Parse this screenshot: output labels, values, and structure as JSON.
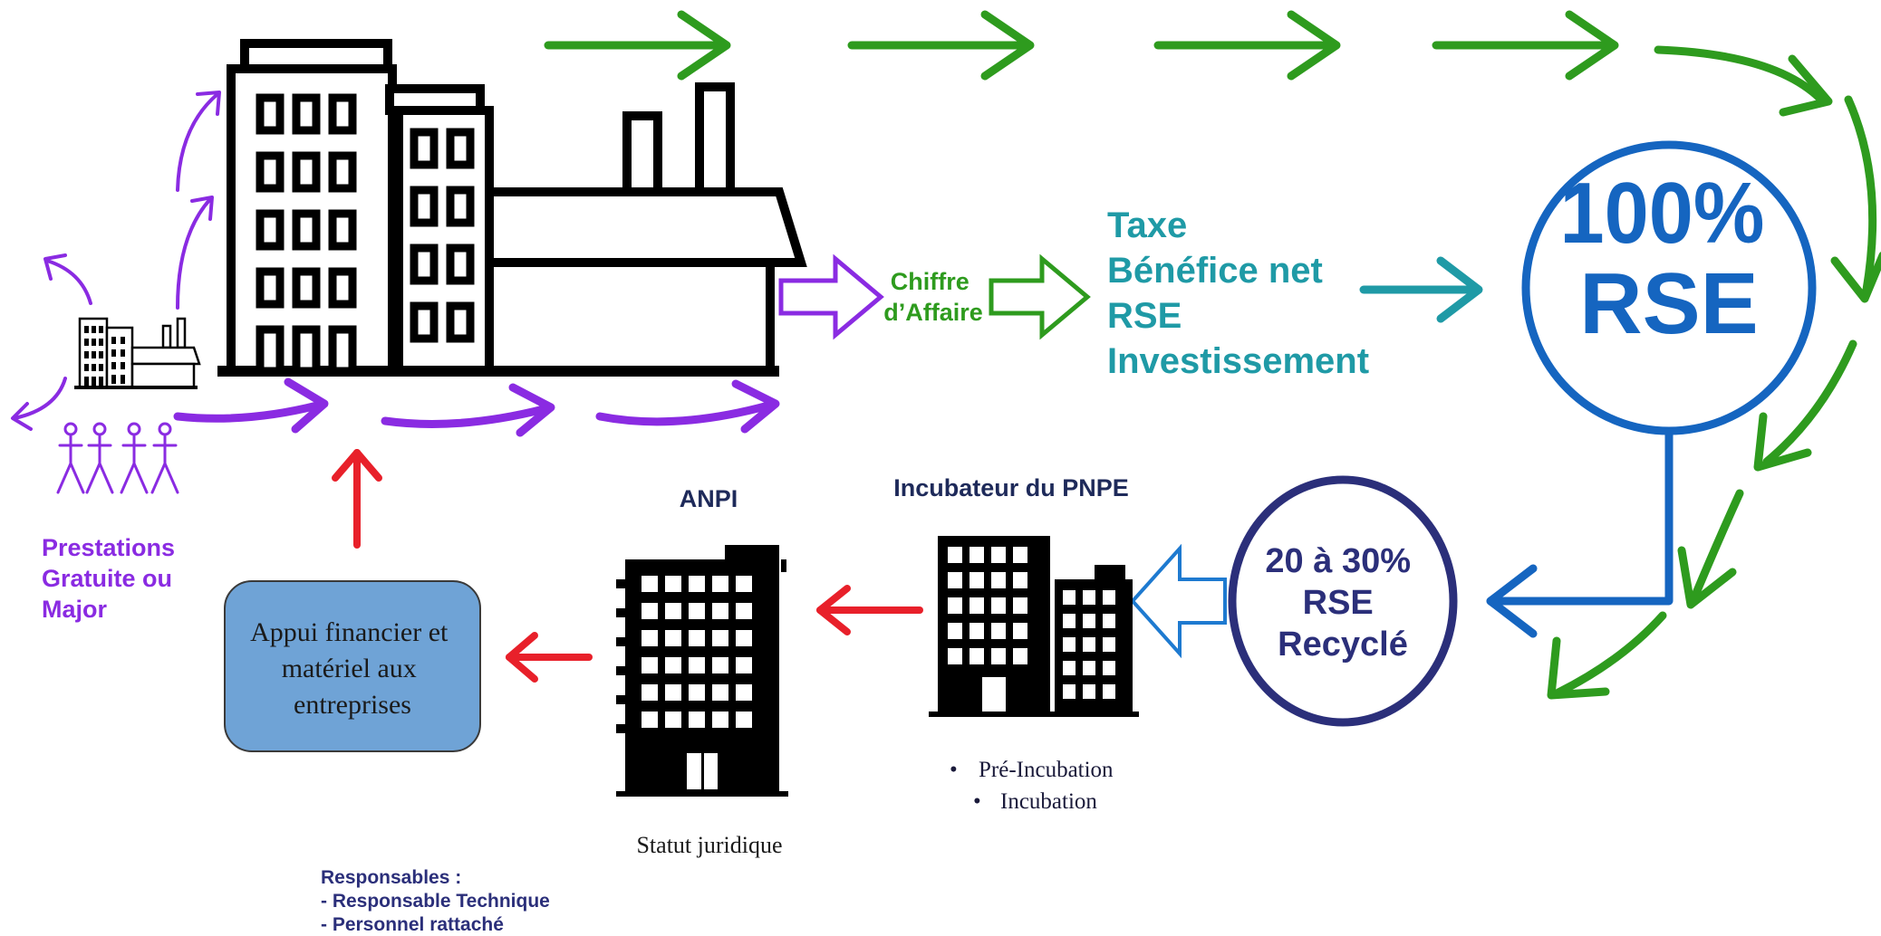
{
  "flow_step_1": {
    "line1": "Chiffre",
    "line2": "d’Affaire"
  },
  "flow_step_2": {
    "items": [
      "Taxe",
      "Bénéfice net",
      "RSE",
      "Investissement"
    ]
  },
  "big_circle": {
    "line1": "100%",
    "line2": "RSE"
  },
  "small_circle": {
    "line1": "20 à 30%",
    "line2": "RSE",
    "line3": "Recyclé"
  },
  "incubator": {
    "title": "Incubateur du PNPE",
    "bullets": [
      "Pré-Incubation",
      "Incubation"
    ]
  },
  "anpi": {
    "title": "ANPI",
    "caption": "Statut juridique"
  },
  "support_box": {
    "text": "Appui financier et matériel aux entreprises",
    "lines": [
      "Appui financier et",
      "matériel aux",
      "entreprises"
    ]
  },
  "prestations": {
    "lines": [
      "Prestations",
      "Gratuite ou",
      "Major"
    ]
  },
  "responsables": {
    "lines": [
      "Responsables :",
      "- Responsable Technique",
      "- Personnel rattaché"
    ]
  },
  "colors": {
    "green": "#2e9b1e",
    "purple": "#8a2be2",
    "teal": "#1f9aa6",
    "blue": "#1565c0",
    "navy": "#2b2f7a",
    "red": "#e8202a",
    "box_fill": "#6fa3d6",
    "black": "#000000"
  },
  "icons": [
    "large-building-factory-icon",
    "small-building-factory-icon",
    "people-icon",
    "anpi-building-icon",
    "incubator-building-icon"
  ]
}
